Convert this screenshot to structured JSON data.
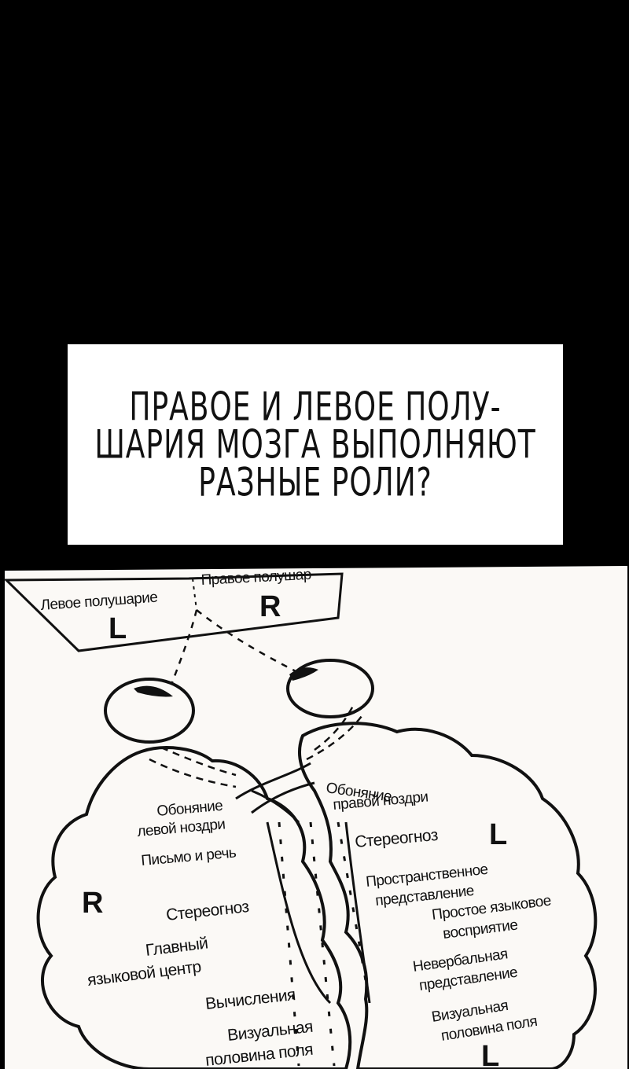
{
  "caption": {
    "lines": [
      "ПРАВОЕ И ЛЕВОЕ ПОЛУ-",
      "ШАРИЯ МОЗГА ВЫПОЛНЯЮТ",
      "РАЗНЫЕ РОЛИ?"
    ]
  },
  "diagram": {
    "top_screen": {
      "left_label": "Левое полушарие",
      "right_label": "Правое полушар",
      "left_letter": "L",
      "right_letter": "R"
    },
    "left_brain": {
      "letter": "R",
      "labels": [
        "Обоняние",
        "левой ноздри",
        "Письмо и речь",
        "Стереогноз",
        "Главный",
        "языковой центр",
        "Вычисления",
        "Визуальная",
        "половина поля"
      ]
    },
    "right_brain": {
      "letter": "L",
      "bottom_letter": "L",
      "labels": [
        "Обоняние",
        "правой ноздри",
        "Стереогноз",
        "Пространственное",
        "представление",
        "Простое языковое",
        "восприятие",
        "Невербальная",
        "представление",
        "Визуальная",
        "половина поля"
      ]
    }
  }
}
